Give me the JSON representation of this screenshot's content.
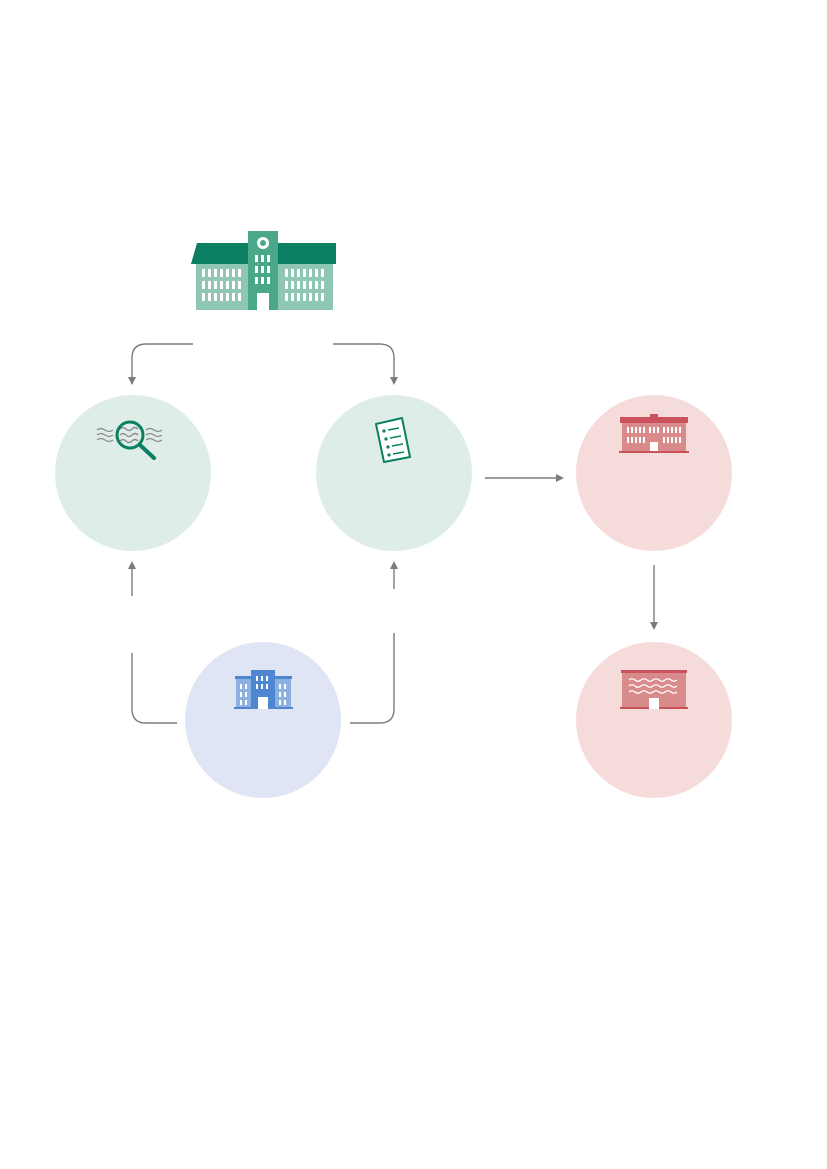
{
  "colors": {
    "arrow": "#7b7b7b",
    "green_circle": "#dfede8",
    "pink_circle": "#f5dcdb",
    "blue_circle": "#dfe5f5",
    "green_dark": "#0a7f61",
    "green_mid": "#4ba789",
    "green_light": "#8fc6b4",
    "red_dark": "#c9525c",
    "red_mid": "#d98a8b",
    "blue_mid": "#4f86d0",
    "blue_light": "#8db0e3"
  },
  "nodes": [
    {
      "id": "top",
      "icon": "university-building-icon"
    },
    {
      "id": "left",
      "icon": "magnifier-icon"
    },
    {
      "id": "middle",
      "icon": "checklist-document-icon"
    },
    {
      "id": "right_top",
      "icon": "institution-building-icon"
    },
    {
      "id": "bottom",
      "icon": "office-building-icon"
    },
    {
      "id": "right_bottom",
      "icon": "storage-building-icon"
    }
  ]
}
